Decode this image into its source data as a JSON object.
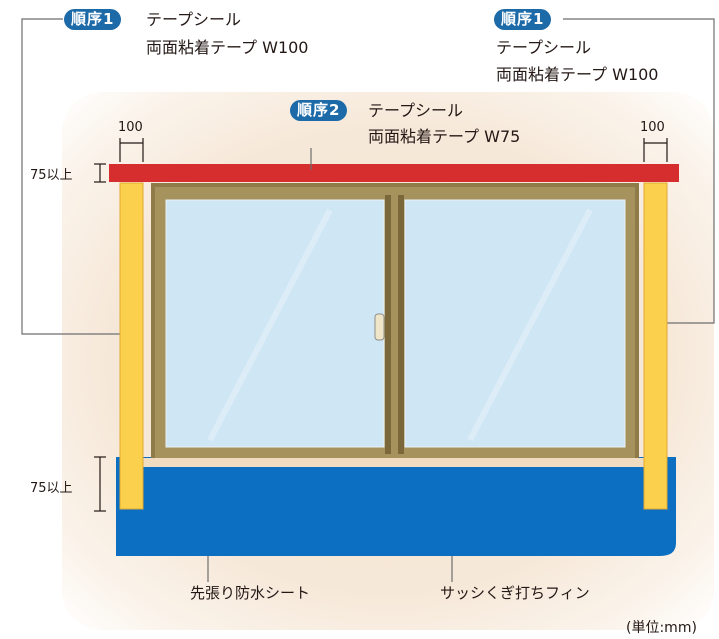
{
  "step1_left": {
    "badge": "順序1",
    "line1": "テープシール",
    "line2": "両面粘着テープ W100"
  },
  "step1_right": {
    "badge": "順序1",
    "line1": "テープシール",
    "line2": "両面粘着テープ W100"
  },
  "step2": {
    "badge": "順序2",
    "line1": "テープシール",
    "line2": "両面粘着テープ W75"
  },
  "dimensions": {
    "top_left_width": "100",
    "top_right_width": "100",
    "top_height": "75以上",
    "bottom_height": "75以上"
  },
  "labels": {
    "sheet": "先張り防水シート",
    "fin": "サッシくぎ打ちフィン"
  },
  "unit": "(単位:mm)",
  "colors": {
    "badge": "#1d6aa8",
    "top_tape": "#d62d2f",
    "side_tape": "#fbd04c",
    "sheet": "#0c6fc2",
    "frame": "#8f7b48",
    "glass": "#cfe6f4",
    "background": "#f6e8d8"
  }
}
